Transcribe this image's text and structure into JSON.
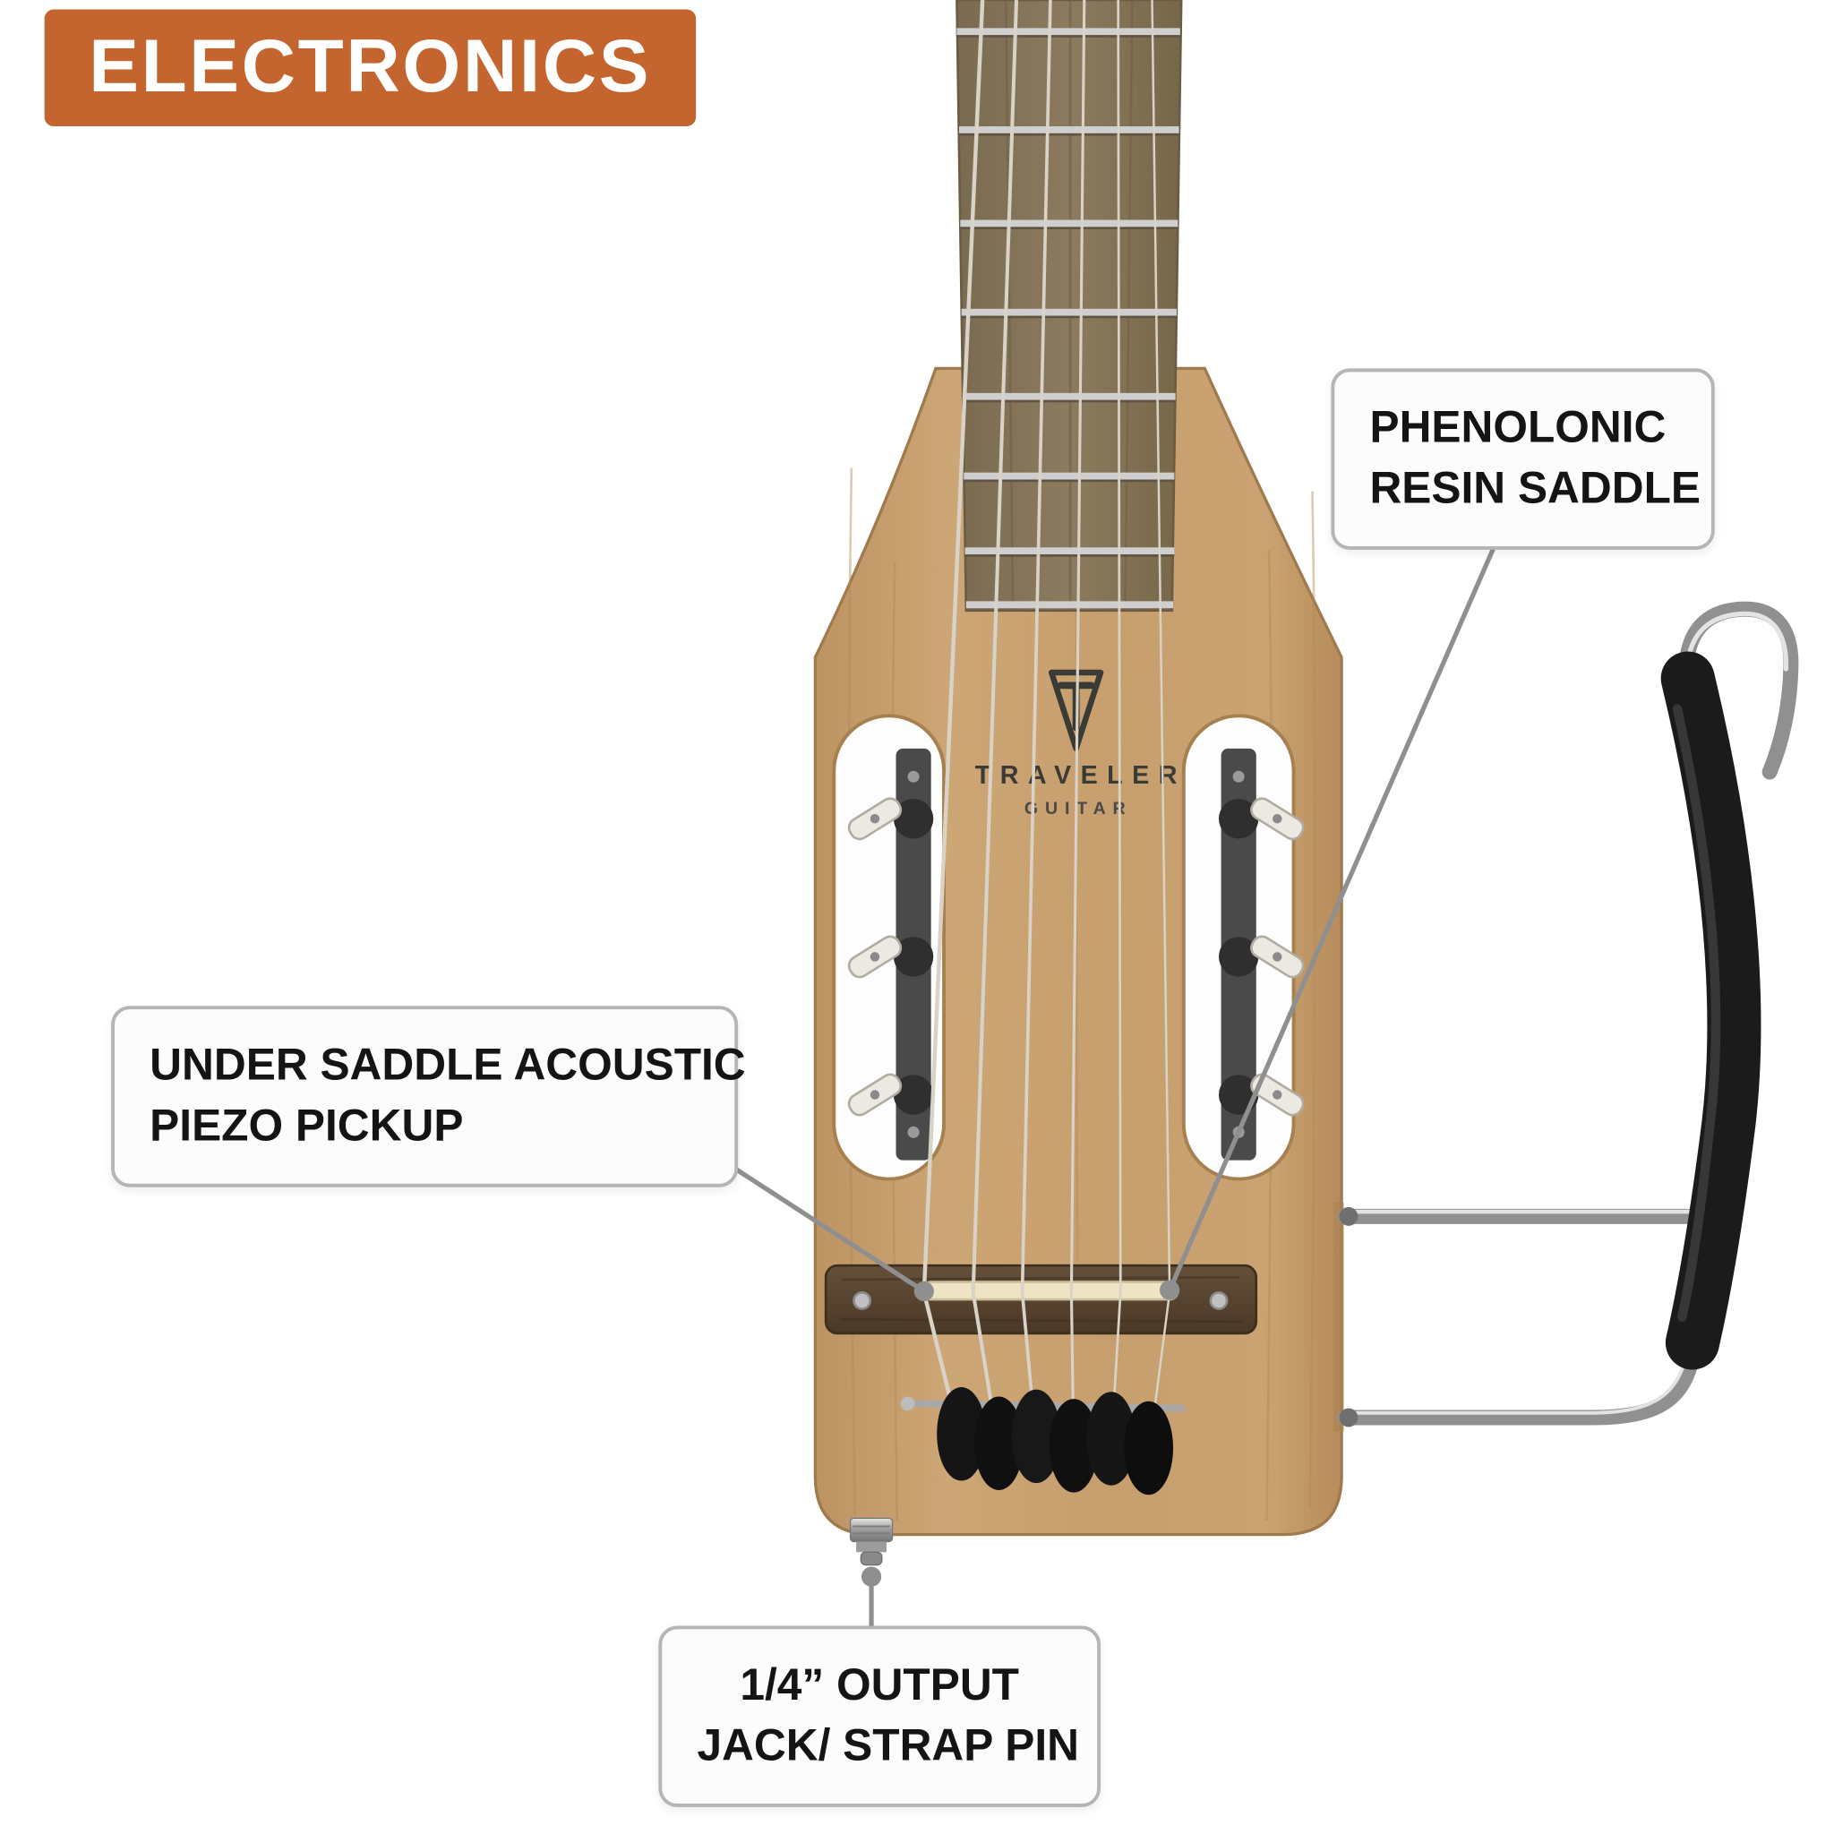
{
  "badge": {
    "label": "ELECTRONICS"
  },
  "callouts": {
    "saddle": {
      "line1": "PHENOLONIC",
      "line2": "RESIN SADDLE"
    },
    "piezo": {
      "line1": "UNDER SADDLE ACOUSTIC",
      "line2": "PIEZO PICKUP"
    },
    "jack": {
      "line1": "1/4” OUTPUT",
      "line2": "JACK/ STRAP PIN"
    }
  },
  "guitar": {
    "brand": "TRAVELER",
    "brand_sub": "GUITAR"
  },
  "colors": {
    "badge_bg": "#c4652f",
    "body_wood": "#c79f6e",
    "fretboard_wood": "#85745a",
    "bridge_wood": "#5d4835",
    "saddle_strip": "#efe4c4",
    "foam_grip": "#1b1b1b",
    "chrome": "#909090",
    "leader_line": "#8f8f8f",
    "callout_border": "#b5b5b5"
  }
}
